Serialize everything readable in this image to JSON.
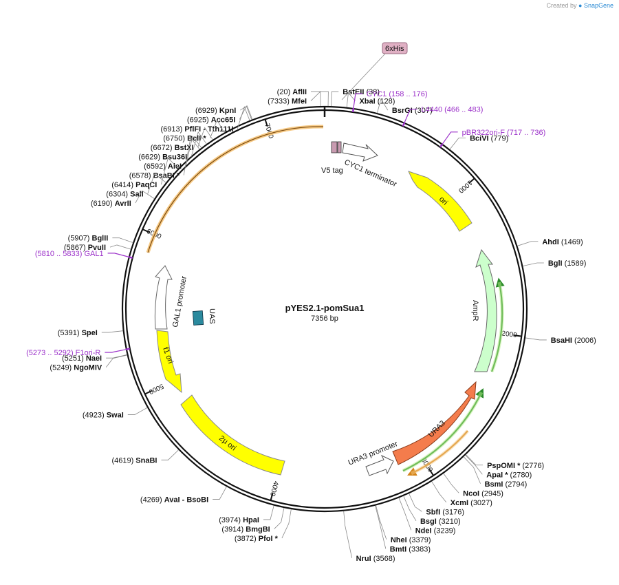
{
  "watermark": {
    "prefix": "Created by",
    "brand": "SnapGene"
  },
  "plasmid": {
    "name": "pYES2.1-pomSua1",
    "size": "7356 bp",
    "length": 7356
  },
  "colors": {
    "primer": "#9b30c9",
    "yellow": "#ffff00",
    "arrow_orange": "#f47c4c",
    "ampr": "#ccffcc",
    "tag": "#c99bb1",
    "uas": "#2b8a9e"
  },
  "ticks": [
    {
      "bp": 1000,
      "label": "1000"
    },
    {
      "bp": 2000,
      "label": "2000"
    },
    {
      "bp": 3000,
      "label": "3000"
    },
    {
      "bp": 4000,
      "label": "4000"
    },
    {
      "bp": 5000,
      "label": "5000"
    },
    {
      "bp": 6000,
      "label": "6000"
    },
    {
      "bp": 7000,
      "label": "7000"
    }
  ],
  "sites": [
    {
      "pos": "(20)",
      "name": "AflII",
      "side": "L",
      "bp": 20
    },
    {
      "pos": "(7333)",
      "name": "MfeI",
      "side": "L",
      "bp": 7333
    },
    {
      "pos": "(38)",
      "name": "BstEII",
      "side": "R",
      "bp": 38
    },
    {
      "pos": "(128)",
      "name": "XbaI",
      "side": "R",
      "bp": 128
    },
    {
      "pos": "(307)",
      "name": "BsrGI",
      "side": "R",
      "bp": 307
    },
    {
      "pos": "(779)",
      "name": "BciVI",
      "side": "R",
      "bp": 779
    },
    {
      "pos": "(1469)",
      "name": "AhdI",
      "side": "R",
      "bp": 1469
    },
    {
      "pos": "(1589)",
      "name": "BglI",
      "side": "R",
      "bp": 1589
    },
    {
      "pos": "(2006)",
      "name": "BsaHI",
      "side": "R",
      "bp": 2006
    },
    {
      "pos": "(2776)",
      "name": "PspOMI *",
      "side": "R",
      "bp": 2776
    },
    {
      "pos": "(2780)",
      "name": "ApaI *",
      "side": "R",
      "bp": 2780
    },
    {
      "pos": "(2794)",
      "name": "BsmI",
      "side": "R",
      "bp": 2794
    },
    {
      "pos": "(2945)",
      "name": "NcoI",
      "side": "R",
      "bp": 2945
    },
    {
      "pos": "(3027)",
      "name": "XcmI",
      "side": "R",
      "bp": 3027
    },
    {
      "pos": "(3176)",
      "name": "SbfI",
      "side": "R",
      "bp": 3176
    },
    {
      "pos": "(3210)",
      "name": "BsgI",
      "side": "R",
      "bp": 3210
    },
    {
      "pos": "(3239)",
      "name": "NdeI",
      "side": "R",
      "bp": 3239
    },
    {
      "pos": "(3379)",
      "name": "NheI",
      "side": "R",
      "bp": 3379
    },
    {
      "pos": "(3383)",
      "name": "BmtI",
      "side": "R",
      "bp": 3383
    },
    {
      "pos": "(3568)",
      "name": "NruI",
      "side": "R",
      "bp": 3568
    },
    {
      "pos": "(3872)",
      "name": "PfoI *",
      "side": "L",
      "bp": 3872
    },
    {
      "pos": "(3914)",
      "name": "BmgBI",
      "side": "L",
      "bp": 3914
    },
    {
      "pos": "(3974)",
      "name": "HpaI",
      "side": "L",
      "bp": 3974
    },
    {
      "pos": "(4269)",
      "name": "AvaI  - BsoBI",
      "side": "L",
      "bp": 4269
    },
    {
      "pos": "(4619)",
      "name": "SnaBI",
      "side": "L",
      "bp": 4619
    },
    {
      "pos": "(4923)",
      "name": "SwaI",
      "side": "L",
      "bp": 4923
    },
    {
      "pos": "(5249)",
      "name": "NgoMIV",
      "side": "L",
      "bp": 5249
    },
    {
      "pos": "(5251)",
      "name": "NaeI",
      "side": "L",
      "bp": 5251
    },
    {
      "pos": "(5391)",
      "name": "SpeI",
      "side": "L",
      "bp": 5391
    },
    {
      "pos": "(5867)",
      "name": "PvuII",
      "side": "L",
      "bp": 5867
    },
    {
      "pos": "(5907)",
      "name": "BglII",
      "side": "L",
      "bp": 5907
    },
    {
      "pos": "(6190)",
      "name": "AvrII",
      "side": "L",
      "bp": 6190
    },
    {
      "pos": "(6304)",
      "name": "SalI",
      "side": "L",
      "bp": 6304
    },
    {
      "pos": "(6414)",
      "name": "PaqCI",
      "side": "L",
      "bp": 6414
    },
    {
      "pos": "(6578)",
      "name": "BsaBI *",
      "side": "L",
      "bp": 6578
    },
    {
      "pos": "(6592)",
      "name": "AleI",
      "side": "L",
      "bp": 6592
    },
    {
      "pos": "(6629)",
      "name": "Bsu36I",
      "side": "L",
      "bp": 6629
    },
    {
      "pos": "(6672)",
      "name": "BstXI",
      "side": "L",
      "bp": 6672
    },
    {
      "pos": "(6750)",
      "name": "BclI *",
      "side": "L",
      "bp": 6750
    },
    {
      "pos": "(6913)",
      "name": "PflFI  - Tth111I",
      "side": "L",
      "bp": 6913
    },
    {
      "pos": "(6925)",
      "name": "Acc65I",
      "side": "L",
      "bp": 6925
    },
    {
      "pos": "(6929)",
      "name": "KpnI",
      "side": "L",
      "bp": 6929
    }
  ],
  "primers": [
    {
      "name": "CYC1",
      "range": "(158 .. 176)",
      "side": "R",
      "bp": 167
    },
    {
      "name": "L4440",
      "range": "(466 .. 483)",
      "side": "R",
      "bp": 474
    },
    {
      "name": "pBR322ori-F",
      "range": "(717 .. 736)",
      "side": "R",
      "bp": 726
    },
    {
      "name": "GAL1",
      "range": "(5810 .. 5833)",
      "side": "L",
      "bp": 5821
    },
    {
      "name": "F1ori-R",
      "range": "(5273 .. 5292)",
      "side": "L",
      "bp": 5282
    }
  ],
  "features": [
    {
      "name": "6xHis",
      "kind": "tag-box"
    },
    {
      "name": "V5 tag",
      "kind": "label"
    },
    {
      "name": "CYC1 terminator",
      "kind": "label"
    },
    {
      "name": "ori",
      "kind": "arc"
    },
    {
      "name": "AmpR",
      "kind": "arc"
    },
    {
      "name": "URA3",
      "kind": "arc"
    },
    {
      "name": "URA3 promoter",
      "kind": "label"
    },
    {
      "name": "2μ ori",
      "kind": "arc"
    },
    {
      "name": "f1 ori",
      "kind": "arc"
    },
    {
      "name": "GAL1 promoter",
      "kind": "arc"
    },
    {
      "name": "UAS",
      "kind": "label"
    }
  ]
}
